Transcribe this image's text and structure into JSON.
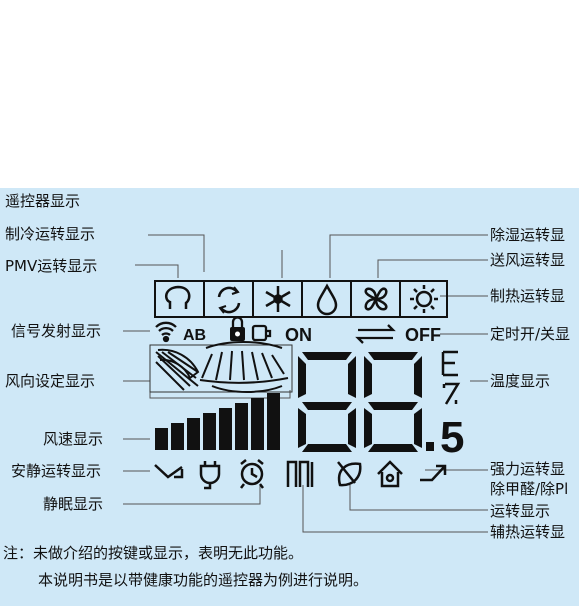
{
  "colors": {
    "background": "#cfe8f7",
    "lcd": "#111111",
    "leader": "#555555"
  },
  "labels": {
    "remote": "遥控器显示",
    "cooling": "制冷运转显示",
    "pmv": "PMV运转显示",
    "signal": "信号发射显示",
    "wind_dir": "风向设定显示",
    "wind_speed": "风速显示",
    "quiet": "安静运转显示",
    "sleep": "静眠显示",
    "dehumid": "除湿运转显",
    "fan": "送风运转显",
    "heating": "制热运转显",
    "timer": "定时开/关显",
    "temp": "温度显示",
    "strong": "强力运转显",
    "formaldehyde": "除甲醛/除Pl",
    "run": "运转显示",
    "aux_heat": "辅热运转显"
  },
  "lcd": {
    "ab": "AB",
    "on": "ON",
    "off": "OFF",
    "digits": "88.5"
  },
  "note": {
    "line1": "注：未做介绍的按键或显示，表明无此功能。",
    "line2": "本说明书是以带健康功能的遥控器为例进行说明。"
  },
  "icons": [
    "head-mode-icon",
    "recycle-mode-icon",
    "snowflake-icon",
    "droplet-icon",
    "fan-icon",
    "sun-icon",
    "wifi-signal-icon",
    "lock-icon",
    "battery-icon",
    "arrows-icon",
    "vertical-swing-icon",
    "horizontal-swing-icon",
    "speed-bars-icon",
    "quiet-arrow-icon",
    "plug-icon",
    "alarm-clock-icon",
    "aux-heater-icon",
    "leaf-icon",
    "home-icon",
    "strong-arrow-icon"
  ]
}
